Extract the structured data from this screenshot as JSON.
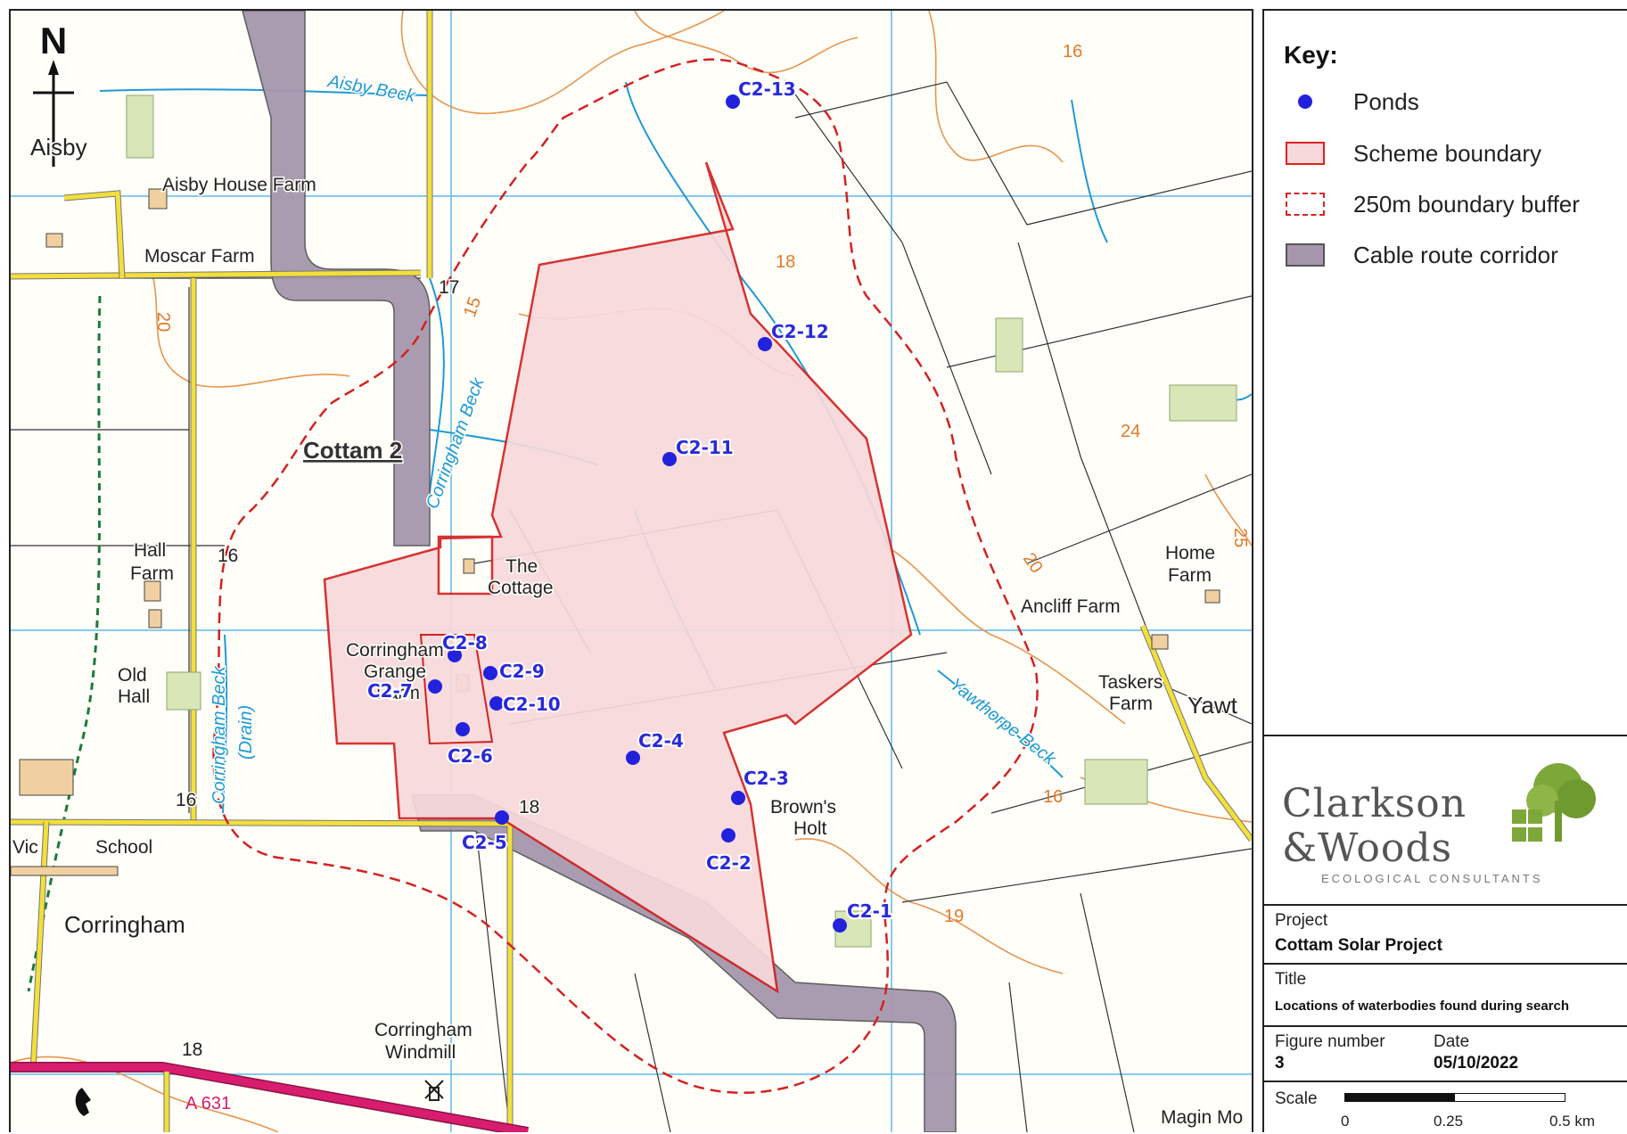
{
  "map": {
    "north_label": "N",
    "scheme_name": "Cottam 2",
    "places": [
      {
        "id": "aisby",
        "text": "Aisby"
      },
      {
        "id": "aisby-house-farm",
        "text": "Aisby House Farm"
      },
      {
        "id": "moscar-farm",
        "text": "Moscar Farm"
      },
      {
        "id": "hall-farm-1",
        "text": "Hall"
      },
      {
        "id": "hall-farm-2",
        "text": "Farm"
      },
      {
        "id": "old-hall-1",
        "text": "Old"
      },
      {
        "id": "old-hall-2",
        "text": "Hall"
      },
      {
        "id": "the-cottage-1",
        "text": "The"
      },
      {
        "id": "the-cottage-2",
        "text": "Cottage"
      },
      {
        "id": "corringham-grange-1",
        "text": "Corringham"
      },
      {
        "id": "corringham-grange-2",
        "text": "Grange"
      },
      {
        "id": "corringham-grange-3",
        "text": "Farm"
      },
      {
        "id": "browns-holt-1",
        "text": "Brown's"
      },
      {
        "id": "browns-holt-2",
        "text": "Holt"
      },
      {
        "id": "ancliff-farm",
        "text": "Ancliff Farm"
      },
      {
        "id": "home-farm-1",
        "text": "Home"
      },
      {
        "id": "home-farm-2",
        "text": "Farm"
      },
      {
        "id": "taskers-farm-1",
        "text": "Taskers"
      },
      {
        "id": "taskers-farm-2",
        "text": "Farm"
      },
      {
        "id": "yawt",
        "text": "Yawt"
      },
      {
        "id": "school",
        "text": "School"
      },
      {
        "id": "vic",
        "text": "Vic"
      },
      {
        "id": "corringham",
        "text": "Corringham"
      },
      {
        "id": "windmill-1",
        "text": "Corringham"
      },
      {
        "id": "windmill-2",
        "text": "Windmill"
      },
      {
        "id": "magin",
        "text": "Magin Mo"
      }
    ],
    "waterways": [
      {
        "id": "aisby-beck",
        "text": "Aisby Beck"
      },
      {
        "id": "corringham-beck",
        "text": "Corringham Beck"
      },
      {
        "id": "corringham-beck-drain-1",
        "text": "Corringham Beck"
      },
      {
        "id": "corringham-beck-drain-2",
        "text": "(Drain)"
      },
      {
        "id": "yawthorpe-beck",
        "text": "Yawthorpe Beck"
      }
    ],
    "contours": [
      "16",
      "18",
      "15",
      "20",
      "24",
      "20",
      "25",
      "16",
      "19"
    ],
    "spot_heights": [
      "17",
      "16",
      "16",
      "18",
      "18"
    ],
    "road_number": "A 631",
    "ponds": [
      {
        "id": "C2-1",
        "label": "C2-1"
      },
      {
        "id": "C2-2",
        "label": "C2-2"
      },
      {
        "id": "C2-3",
        "label": "C2-3"
      },
      {
        "id": "C2-4",
        "label": "C2-4"
      },
      {
        "id": "C2-5",
        "label": "C2-5"
      },
      {
        "id": "C2-6",
        "label": "C2-6"
      },
      {
        "id": "C2-7",
        "label": "C2-7"
      },
      {
        "id": "C2-8",
        "label": "C2-8"
      },
      {
        "id": "C2-9",
        "label": "C2-9"
      },
      {
        "id": "C2-10",
        "label": "C2-10"
      },
      {
        "id": "C2-11",
        "label": "C2-11"
      },
      {
        "id": "C2-12",
        "label": "C2-12"
      },
      {
        "id": "C2-13",
        "label": "C2-13"
      }
    ],
    "colors": {
      "pond": "#2222dd",
      "scheme_fill": "#f7d9db",
      "scheme_stroke": "#d22222",
      "buffer_stroke": "#d22222",
      "cable_fill": "#a697ad",
      "road_minor": "#f2df3a",
      "road_a": "#d81c6e",
      "grid": "#5fb8e6",
      "contour": "#e8954e",
      "water": "#1f9ad6",
      "footpath": "#1a7a3a"
    }
  },
  "legend": {
    "title": "Key:",
    "items": [
      {
        "symbol": "pond",
        "label": "Ponds"
      },
      {
        "symbol": "scheme",
        "label": "Scheme boundary"
      },
      {
        "symbol": "buffer",
        "label": "250m boundary buffer"
      },
      {
        "symbol": "cable",
        "label": "Cable route corridor"
      }
    ]
  },
  "logo": {
    "line1": "Clarkson",
    "line2": "&Woods",
    "sub": "ECOLOGICAL CONSULTANTS"
  },
  "info": {
    "project_label": "Project",
    "project_value": "Cottam Solar Project",
    "title_label": "Title",
    "title_value": "Locations of waterbodies found during search",
    "figure_label": "Figure number",
    "figure_value": "3",
    "date_label": "Date",
    "date_value": "05/10/2022",
    "scale_label": "Scale",
    "scale_ticks": [
      "0",
      "0.25",
      "0.5 km"
    ]
  }
}
